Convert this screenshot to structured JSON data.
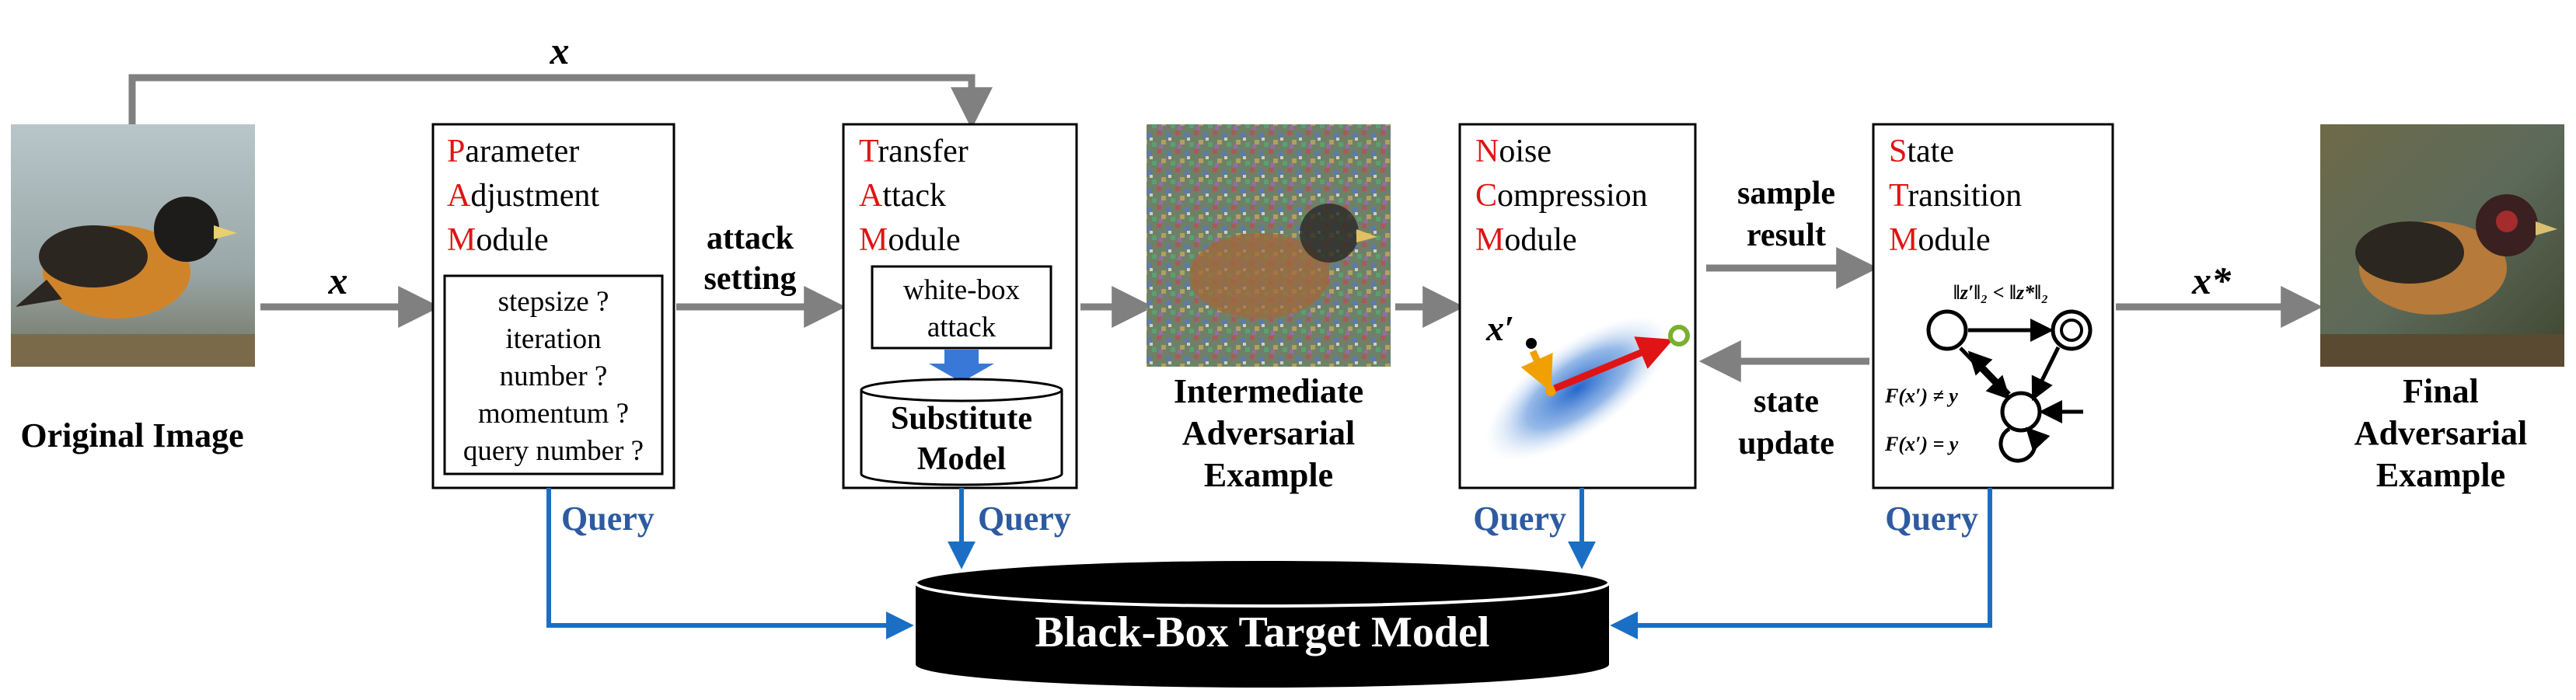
{
  "labels": {
    "original_image": "Original Image",
    "x_top": "x",
    "x_left": "x",
    "x_star": "x*",
    "attack": "attack",
    "setting": "setting",
    "sample": "sample",
    "result": "result",
    "state": "state",
    "update": "update",
    "intermediate": [
      "Intermediate",
      "Adversarial",
      "Example"
    ],
    "final": [
      "Final",
      "Adversarial",
      "Example"
    ],
    "query": "Query",
    "target_model": "Black-Box Target Model"
  },
  "pam": {
    "initials": [
      "P",
      "A",
      "M"
    ],
    "rests": [
      "arameter",
      "djustment",
      "odule"
    ],
    "inner": [
      "stepsize ?",
      "iteration",
      "number ?",
      "momentum ?",
      "query number ?"
    ]
  },
  "tam": {
    "initials": [
      "T",
      "A",
      "M"
    ],
    "rests": [
      "ransfer",
      "ttack",
      "odule"
    ],
    "whitebox": [
      "white-box",
      "attack"
    ],
    "substitute": [
      "Substitute",
      "Model"
    ]
  },
  "ncm": {
    "initials": [
      "N",
      "C",
      "M"
    ],
    "rests": [
      "oise",
      "ompression",
      "odule"
    ],
    "x_prime": "x′"
  },
  "stm": {
    "initials": [
      "S",
      "T",
      "M"
    ],
    "rests": [
      "tate",
      "ransition",
      "odule"
    ],
    "norm_condition": "‖z′‖₂ < ‖z*‖₂",
    "f_neq": "F(x′) ≠ y",
    "f_eq": "F(x′) = y"
  },
  "colors": {
    "initial_red": "#e01414",
    "arrow_gray": "#808080",
    "query_blue": "#1a6fc4",
    "query_text": "#2e5aa0"
  },
  "images": [
    "bird-photo",
    "noisy-bird",
    "final-adversarial-bird"
  ]
}
